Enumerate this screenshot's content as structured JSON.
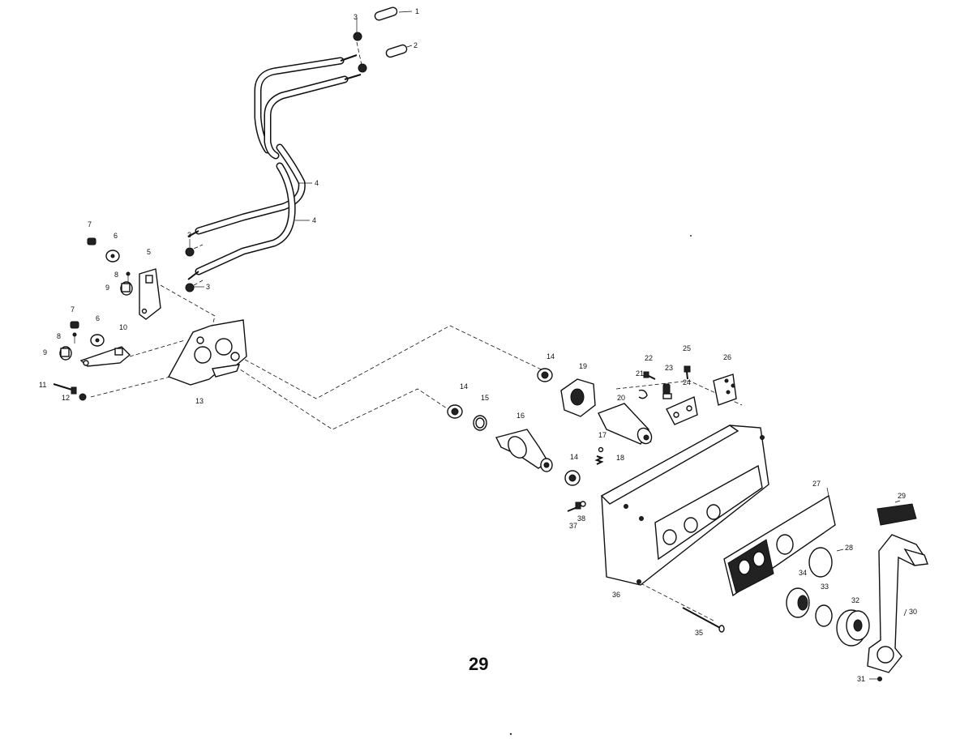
{
  "page_number": "29",
  "callouts": {
    "c1": "1",
    "c2": "2",
    "c3a": "3",
    "c3b": "3",
    "c3c": "3",
    "c4a": "4",
    "c4b": "4",
    "c5": "5",
    "c6a": "6",
    "c6b": "6",
    "c7a": "7",
    "c7b": "7",
    "c8a": "8",
    "c8b": "8",
    "c9a": "9",
    "c9b": "9",
    "c10": "10",
    "c11": "11",
    "c12": "12",
    "c13": "13",
    "c14a": "14",
    "c14b": "14",
    "c14c": "14",
    "c15": "15",
    "c16": "16",
    "c17": "17",
    "c18": "18",
    "c19": "19",
    "c20": "20",
    "c21": "21",
    "c22": "22",
    "c23": "23",
    "c24": "24",
    "c25": "25",
    "c26": "26",
    "c27": "27",
    "c28": "28",
    "c29": "29",
    "c30": "30",
    "c31": "31",
    "c32": "32",
    "c33": "33",
    "c34": "34",
    "c35": "35",
    "c36": "36",
    "c37": "37",
    "c38": "38"
  }
}
